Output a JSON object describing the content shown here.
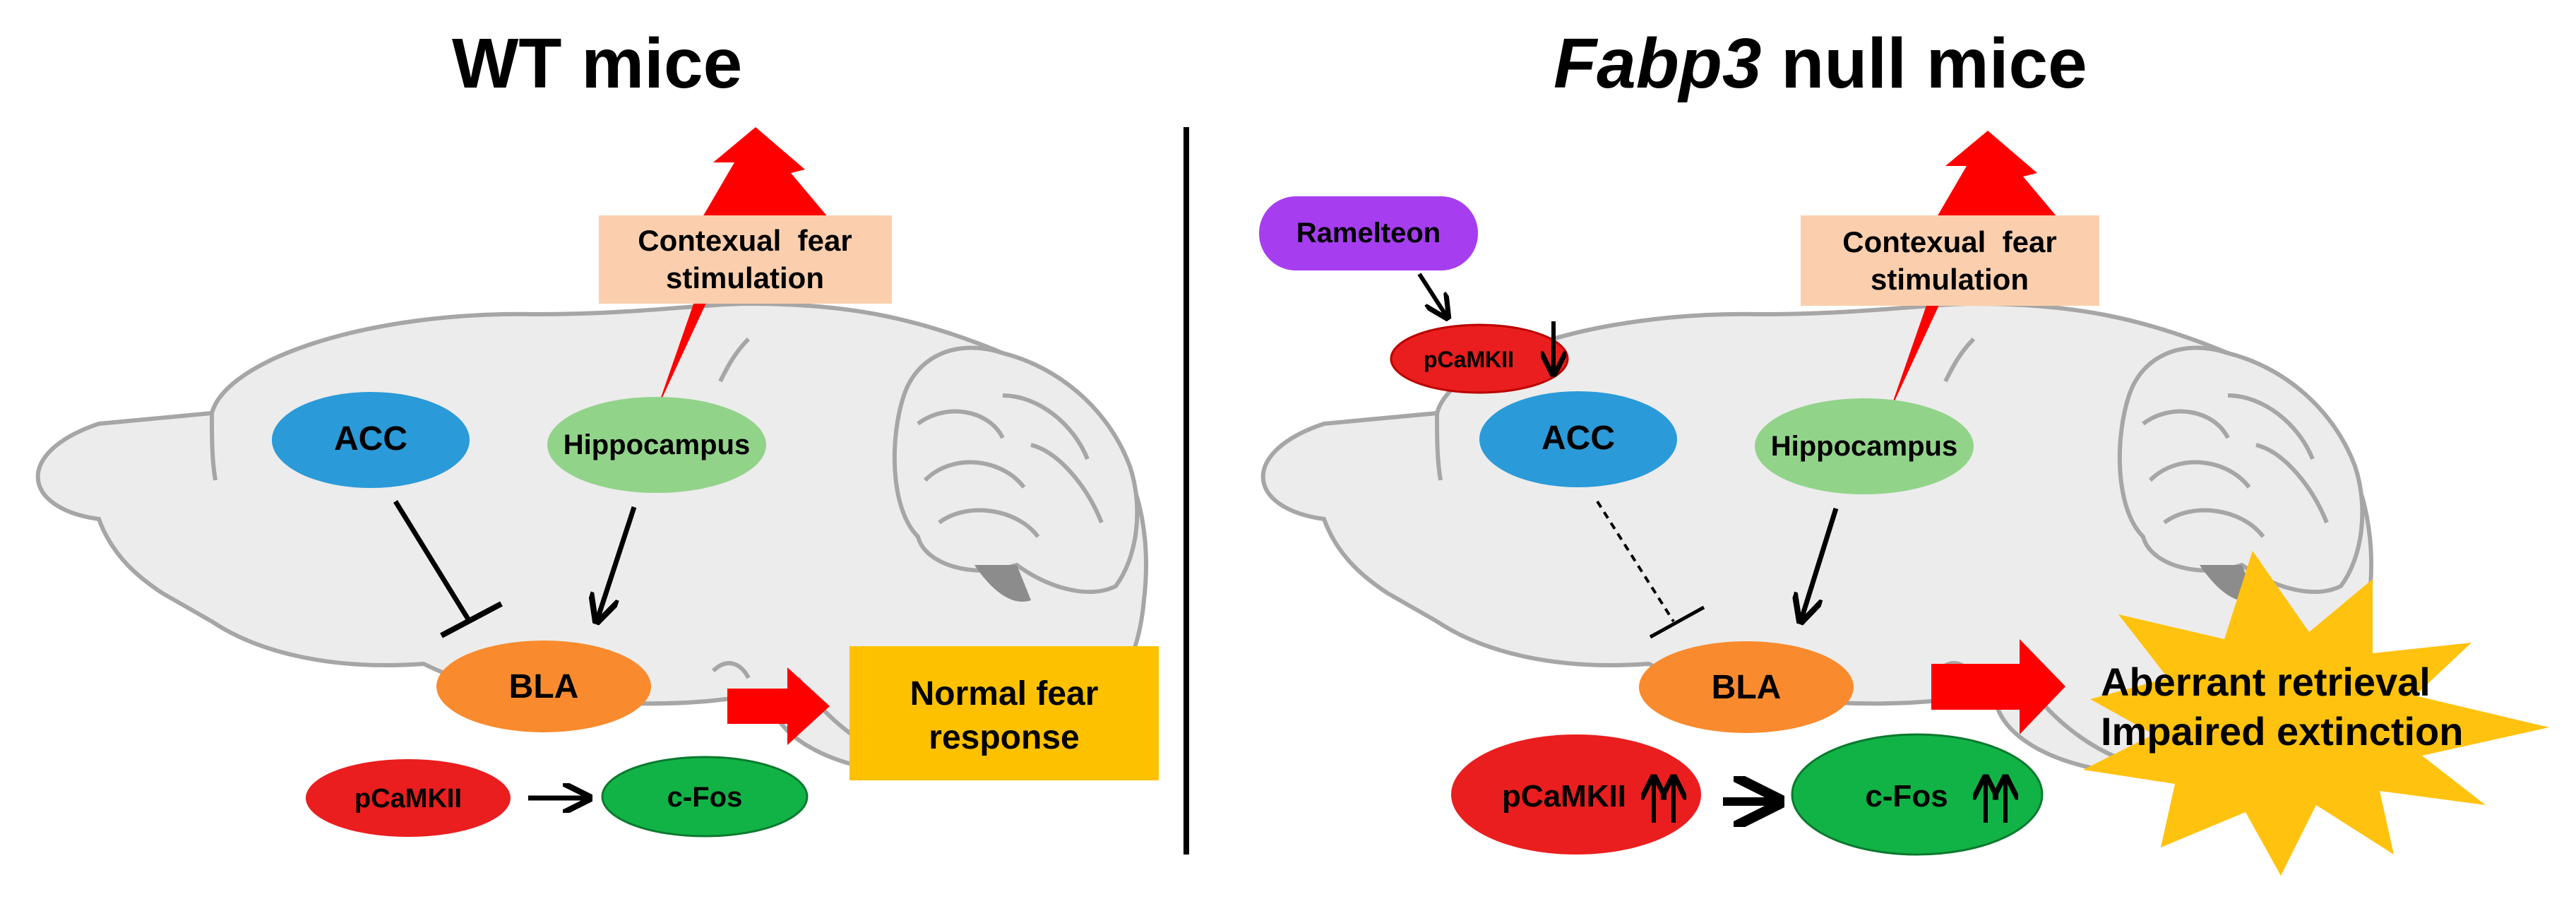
{
  "panels": {
    "left": {
      "title": "WT mice",
      "stimulus": {
        "line1": "Contexual  fear",
        "line2": "stimulation"
      },
      "acc": "ACC",
      "hippocampus": "Hippocampus",
      "bla": "BLA",
      "pcamkii": "pCaMKII",
      "cfos": "c-Fos",
      "outcome": {
        "line1": "Normal fear",
        "line2": "response"
      }
    },
    "right": {
      "title_italic": "Fabp3",
      "title_rest": " null mice",
      "drug": "Ramelteon",
      "drug_target": "pCaMKII",
      "stimulus": {
        "line1": "Contexual  fear",
        "line2": "stimulation"
      },
      "acc": "ACC",
      "hippocampus": "Hippocampus",
      "bla": "BLA",
      "pcamkii": "pCaMKII",
      "cfos": "c-Fos",
      "outcome": {
        "line1": "Aberrant retrieval",
        "line2": "Impaired extinction"
      }
    }
  },
  "colors": {
    "brain_fill": "#ececec",
    "brain_stroke": "#a6a6a6",
    "stim_box": "#fbcfae",
    "acc": "#2b9ad8",
    "hippocampus": "#92d38a",
    "bla": "#f98b2e",
    "pcamkii": "#ea1e1e",
    "cfos": "#12b346",
    "outcome_box": "#fec100",
    "drug": "#a63ef0",
    "lightning": "#ff0000",
    "burst": "#ffc20e"
  }
}
